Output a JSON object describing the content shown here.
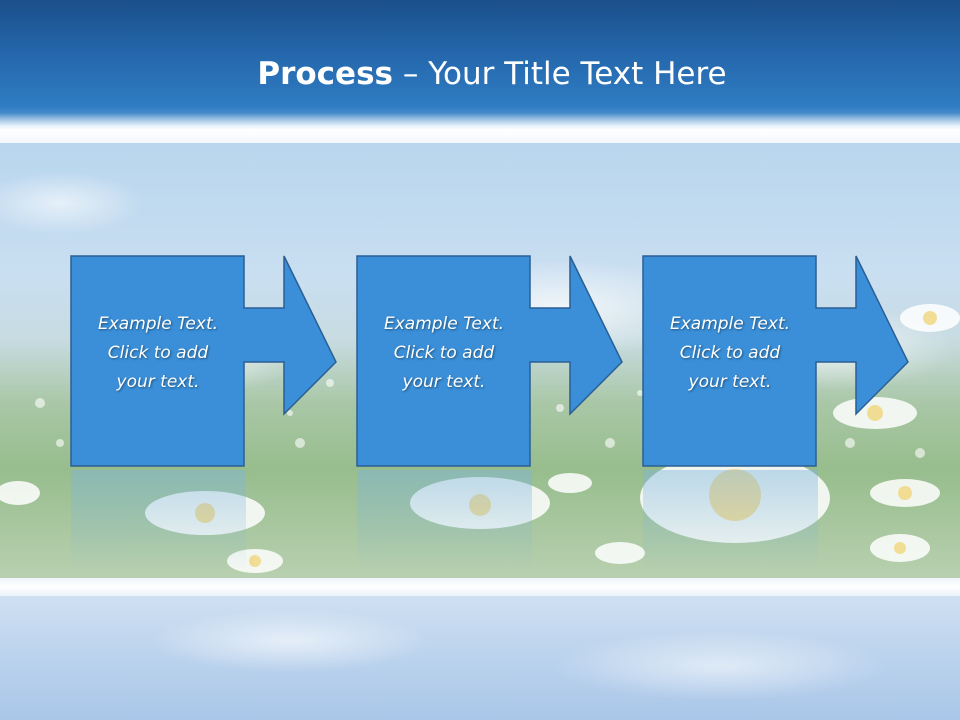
{
  "slide": {
    "title_bold": "Process",
    "title_rest": " – Your Title Text Here"
  },
  "steps": [
    {
      "line1": "Example Text.",
      "line2": "Click  to add",
      "line3": "your text."
    },
    {
      "line1": "Example Text.",
      "line2": "Click  to add",
      "line3": "your text."
    },
    {
      "line1": "Example Text.",
      "line2": "Click  to add",
      "line3": "your text."
    }
  ],
  "colors": {
    "title_bar": "#2568ad",
    "step_fill": "#3a8fd8",
    "step_stroke": "#2a5f94",
    "text": "#ffffff"
  },
  "icons": {
    "step_shape": "arrow-right-icon",
    "flowers": "daisy-field"
  }
}
